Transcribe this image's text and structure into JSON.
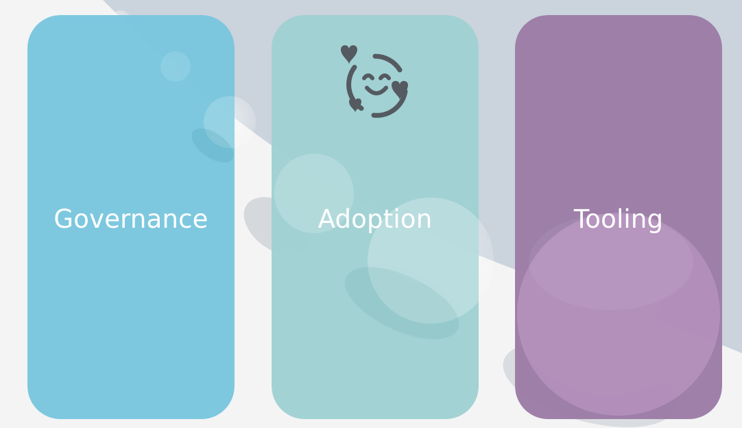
{
  "colors": {
    "background": "#f4f4f5",
    "background_band": "#cbd3dc",
    "governance_card": "#79c6de",
    "adoption_card": "#9fd0d2",
    "tooling_card": "#9b7ca6",
    "icon": "#545a60"
  },
  "cards": [
    {
      "label": "Governance",
      "icon": null
    },
    {
      "label": "Adoption",
      "icon": "smiling-face-with-hearts-icon"
    },
    {
      "label": "Tooling",
      "icon": null
    }
  ]
}
